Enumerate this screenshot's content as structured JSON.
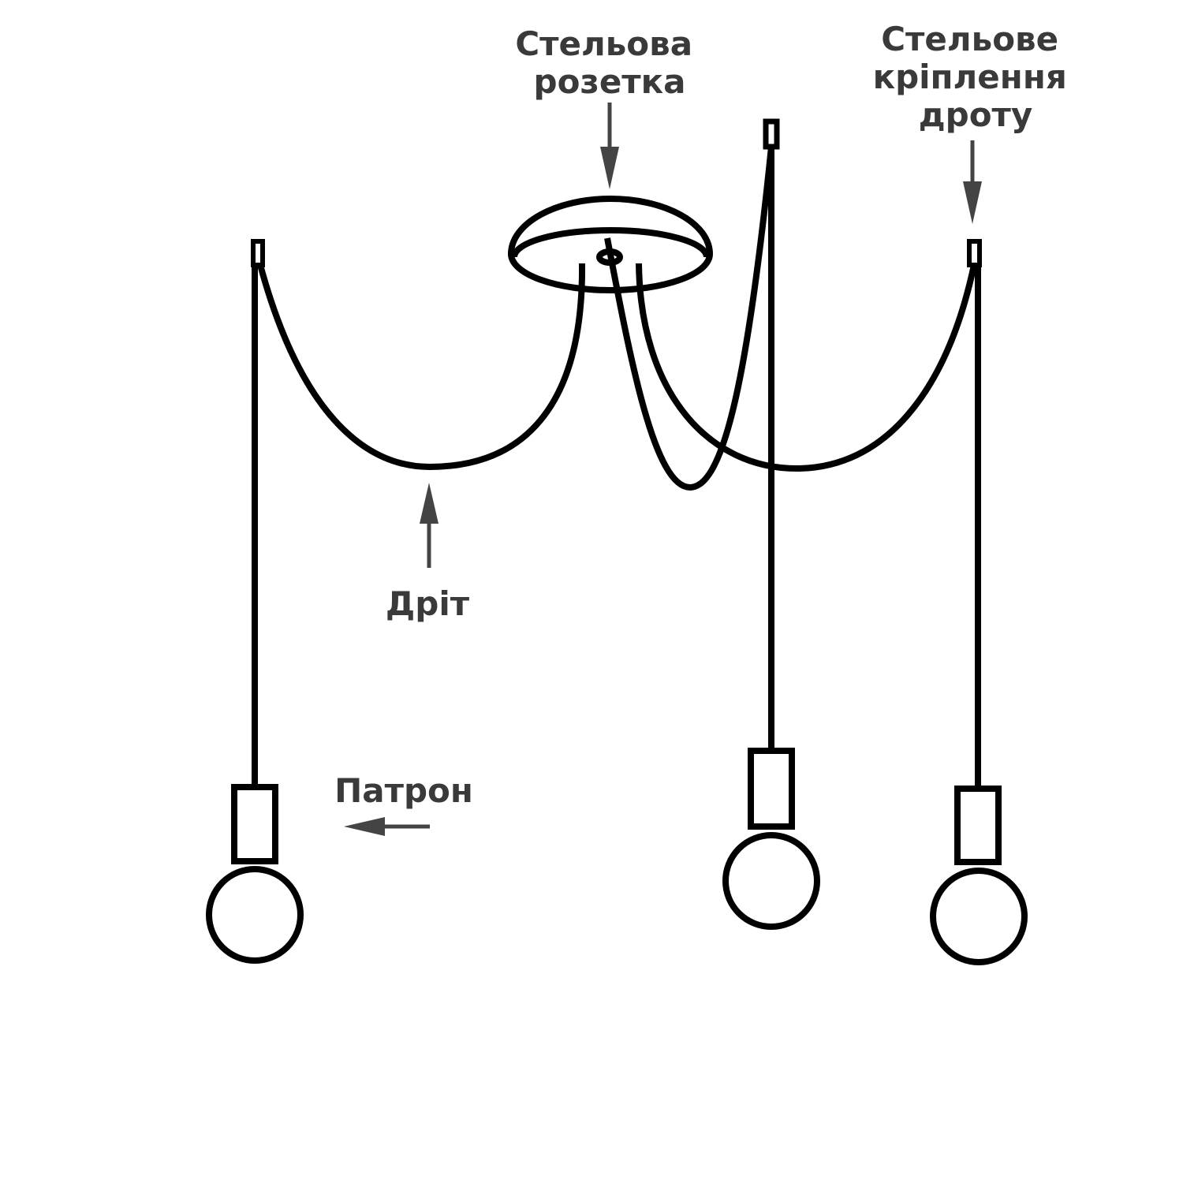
{
  "labels": {
    "ceiling_rose": [
      "Стельова",
      "розетка"
    ],
    "ceiling_hook": [
      "Стельове",
      "кріплення",
      "дроту"
    ],
    "wire": "Дріт",
    "socket": "Патрон"
  },
  "colors": {
    "line": "#000000",
    "arrow": "#444444",
    "text": "#3a3a3a"
  }
}
